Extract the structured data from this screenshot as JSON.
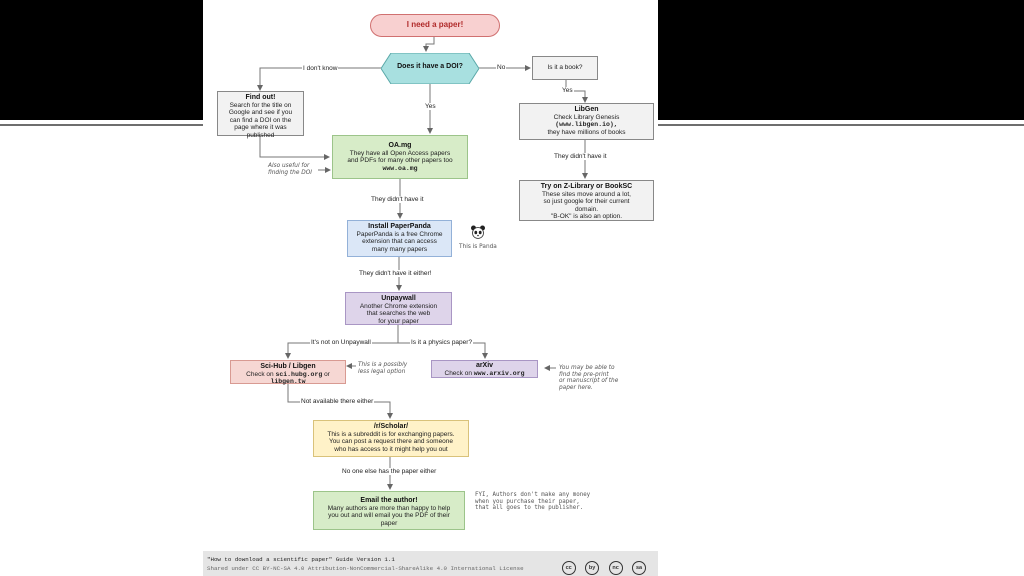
{
  "nodes": {
    "start": {
      "title": "I need a paper!"
    },
    "doi": {
      "title": "Does it have a DOI?"
    },
    "findout": {
      "title": "Find out!",
      "lines": [
        "Search for the title on",
        "Google and see if you",
        "can find a DOI on the",
        "page where it was",
        "published"
      ]
    },
    "book": {
      "title": "Is it a book?"
    },
    "libgen": {
      "title": "LibGen",
      "lines": [
        "Check Library Genesis",
        "they have millions of books"
      ],
      "url": "(www.libgen.io),"
    },
    "oamg": {
      "title": "OA.mg",
      "lines": [
        "They have all Open Access papers",
        "and PDFs for many other papers too"
      ],
      "url": "www.oa.mg"
    },
    "zlib": {
      "title": "Try on Z-Library or BookSC",
      "lines": [
        "These sites move around a lot,",
        "so just google for their current",
        "domain.",
        "\"B-OK\" is also an option."
      ]
    },
    "paperpanda": {
      "title": "Install PaperPanda",
      "lines": [
        "PaperPanda is a free Chrome",
        "extension that can access",
        "many many papers"
      ]
    },
    "unpaywall": {
      "title": "Unpaywall",
      "lines": [
        "Another Chrome extension",
        "that searches the web",
        "for your paper"
      ]
    },
    "scihub": {
      "title": "Sci-Hub / Libgen",
      "prefix": "Check on",
      "url1": "sci.hubg.org",
      "mid": "or",
      "url2": "libgen.tw"
    },
    "arxiv": {
      "title": "arXiv",
      "prefix": "Check on",
      "url": "www.arxiv.org"
    },
    "scholar": {
      "title": "/r/Scholar/",
      "lines": [
        "This is a subreddit is for exchanging papers.",
        "You can post a request there and someone",
        "who has access to it might help you out"
      ]
    },
    "email": {
      "title": "Email the author!",
      "lines": [
        "Many authors are more than happy to help",
        "you out and will email you the PDF of their",
        "paper"
      ]
    }
  },
  "edges": {
    "dont_know": "I don't know",
    "no": "No",
    "yes_doi": "Yes",
    "yes_book": "Yes",
    "didnt_oa": "They didn't have it",
    "didnt_libgen": "They didn't have it",
    "didnt_either": "They didn't have it either!",
    "not_unpaywall": "It's not on Unpaywall",
    "physics": "Is it a physics paper?",
    "not_available": "Not available there either",
    "no_one": "No one else has the paper either"
  },
  "notes": {
    "doi_useful": [
      "Also useful for",
      "finding the DOI"
    ],
    "panda": "This is Panda",
    "legal": [
      "This is a possibly",
      "less legal option"
    ],
    "preprint": [
      "You may be able to",
      "find the pre-print",
      "or manuscript of the",
      "paper here."
    ],
    "fyi": [
      "FYI, Authors don't make any money",
      "when you purchase their paper,",
      "that all goes to the publisher."
    ]
  },
  "footer": {
    "line1": "\"How to download a scientific paper\" Guide Version 1.1",
    "line2": "Shared under CC BY-NC-SA 4.0 Attribution-NonCommercial-ShareAlike 4.0 International License",
    "cc_icons": [
      "cc",
      "by",
      "nc",
      "sa"
    ]
  },
  "colors": {
    "start_fill": "#f8d0d0",
    "start_border": "#d07070",
    "doi_fill": "#a8e0e0",
    "green_fill": "#d7ecc8",
    "blue_fill": "#dbe7f7",
    "purple_fill": "#ded4ea",
    "red_fill": "#f6d7d3",
    "yellow_fill": "#fff2c8",
    "grey_fill": "#f2f2f2"
  }
}
